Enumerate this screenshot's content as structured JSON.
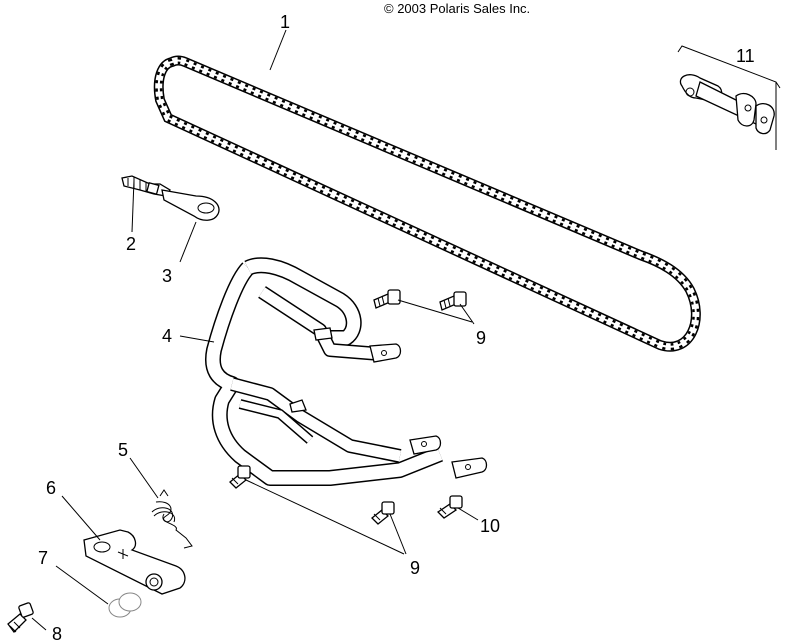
{
  "copyright": "© 2003 Polaris Sales Inc.",
  "callouts": [
    {
      "id": "1",
      "text": "1"
    },
    {
      "id": "2",
      "text": "2"
    },
    {
      "id": "3",
      "text": "3"
    },
    {
      "id": "4",
      "text": "4"
    },
    {
      "id": "5",
      "text": "5"
    },
    {
      "id": "6",
      "text": "6"
    },
    {
      "id": "7",
      "text": "7"
    },
    {
      "id": "8",
      "text": "8"
    },
    {
      "id": "9a",
      "text": "9"
    },
    {
      "id": "9b",
      "text": "9"
    },
    {
      "id": "10",
      "text": "10"
    },
    {
      "id": "11",
      "text": "11"
    }
  ],
  "parts": [
    {
      "id": "chain",
      "icon": "chain-icon"
    },
    {
      "id": "adjuster-bolt",
      "icon": "bolt-icon"
    },
    {
      "id": "adjuster-plate",
      "icon": "plate-icon"
    },
    {
      "id": "chain-guard",
      "icon": "guard-frame-icon"
    },
    {
      "id": "spring",
      "icon": "spring-icon"
    },
    {
      "id": "tensioner-bracket",
      "icon": "bracket-icon"
    },
    {
      "id": "washer",
      "icon": "washer-icon"
    },
    {
      "id": "screw",
      "icon": "screw-icon"
    },
    {
      "id": "bolt",
      "icon": "bolt-icon"
    },
    {
      "id": "nut",
      "icon": "nut-icon"
    },
    {
      "id": "master-link",
      "icon": "master-link-icon"
    }
  ]
}
